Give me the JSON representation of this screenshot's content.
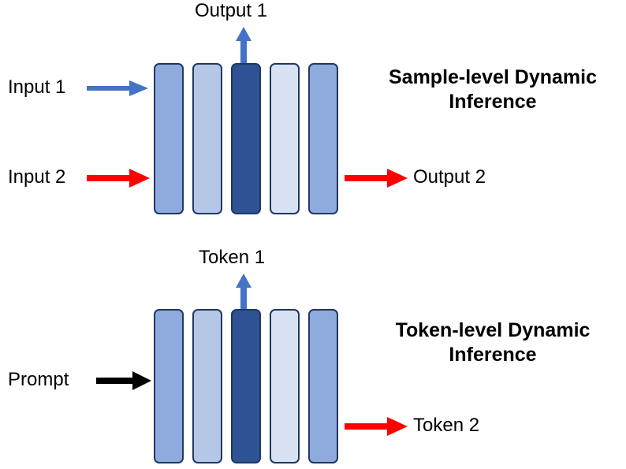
{
  "figure": {
    "background_color": "#FFFFFF",
    "block_border_color": "#1F3864",
    "palette": {
      "shade_medium": "#8FAADC",
      "shade_light": "#B4C7E7",
      "shade_dark": "#2E5395",
      "shade_lightest": "#D9E2F3",
      "arrow_blue": "#4472C4",
      "arrow_red": "#FF0000",
      "arrow_black": "#000000"
    }
  },
  "panels": [
    {
      "id": "sample-level",
      "title": "Sample-level Dynamic Inference",
      "title_line_1": "Sample-level Dynamic",
      "title_line_2": "Inference",
      "blocks": [
        {
          "index": 1,
          "color": "#8FAADC"
        },
        {
          "index": 2,
          "color": "#B4C7E7"
        },
        {
          "index": 3,
          "color": "#2E5395"
        },
        {
          "index": 4,
          "color": "#D9E2F3"
        },
        {
          "index": 5,
          "color": "#8FAADC"
        }
      ],
      "inputs": [
        {
          "label": "Input 1",
          "arrow_color": "#4472C4",
          "arrow_direction": "right"
        },
        {
          "label": "Input 2",
          "arrow_color": "#FF0000",
          "arrow_direction": "right"
        }
      ],
      "outputs": [
        {
          "label": "Output 1",
          "arrow_color": "#4472C4",
          "arrow_direction": "up"
        },
        {
          "label": "Output 2",
          "arrow_color": "#FF0000",
          "arrow_direction": "right"
        }
      ]
    },
    {
      "id": "token-level",
      "title": "Token-level Dynamic Inference",
      "title_line_1": "Token-level Dynamic",
      "title_line_2": "Inference",
      "blocks": [
        {
          "index": 1,
          "color": "#8FAADC"
        },
        {
          "index": 2,
          "color": "#B4C7E7"
        },
        {
          "index": 3,
          "color": "#2E5395"
        },
        {
          "index": 4,
          "color": "#D9E2F3"
        },
        {
          "index": 5,
          "color": "#8FAADC"
        }
      ],
      "inputs": [
        {
          "label": "Prompt",
          "arrow_color": "#000000",
          "arrow_direction": "right"
        }
      ],
      "outputs": [
        {
          "label": "Token 1",
          "arrow_color": "#4472C4",
          "arrow_direction": "up"
        },
        {
          "label": "Token 2",
          "arrow_color": "#FF0000",
          "arrow_direction": "right"
        }
      ]
    }
  ]
}
